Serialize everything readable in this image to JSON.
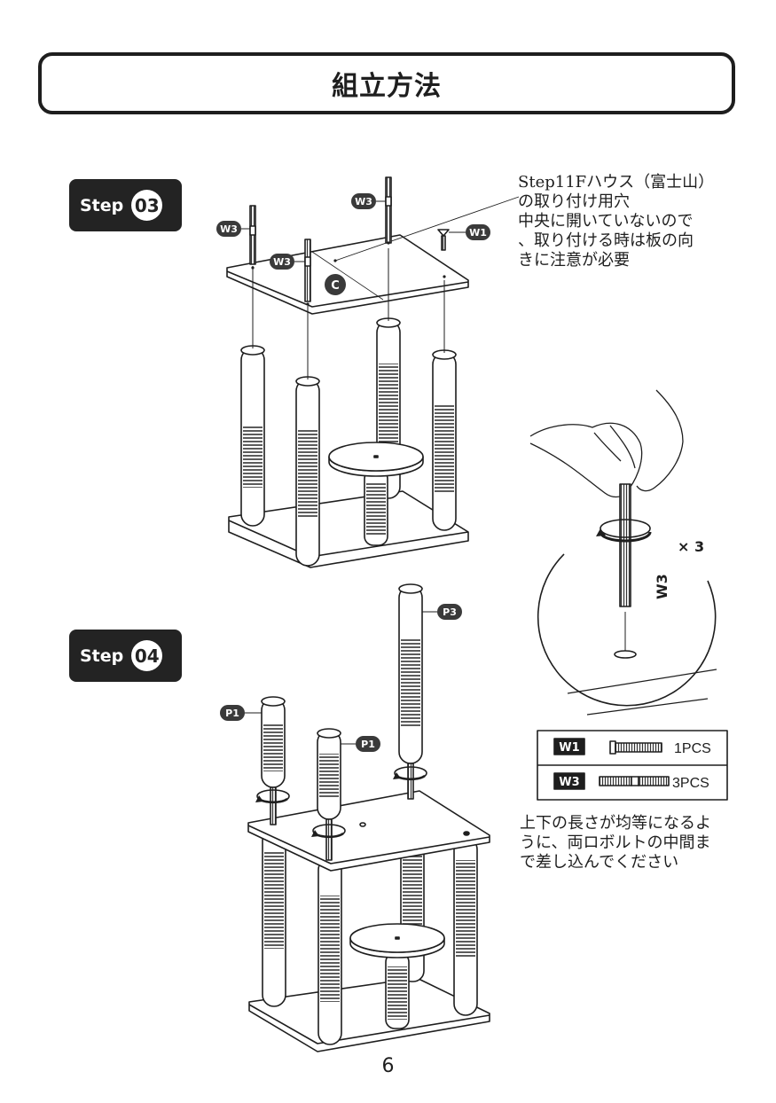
{
  "title": "組立方法",
  "steps": [
    {
      "word": "Step",
      "number": "03"
    },
    {
      "word": "Step",
      "number": "04"
    }
  ],
  "note_step03": "Step11Fハウス（富士山）\nの取り付け用穴\n中央に開いていないので\n、取り付ける時は板の向\nきに注意が必要",
  "note_step04": "上下の長さが均等になるよ\nうに、両ロボルトの中間ま\nで差し込んでください",
  "part_labels": {
    "w1": "W1",
    "w3": "W3",
    "c": "C",
    "p1": "P1",
    "p3": "P3"
  },
  "inset": {
    "multiplier": "× 3",
    "bolt_label": "W3"
  },
  "parts_table": [
    {
      "code": "W1",
      "qty": "1PCS"
    },
    {
      "code": "W3",
      "qty": "3PCS"
    }
  ],
  "page_number": "6",
  "colors": {
    "ink": "#1e1e1e",
    "badge": "#232323",
    "fill": "#ffffff"
  }
}
